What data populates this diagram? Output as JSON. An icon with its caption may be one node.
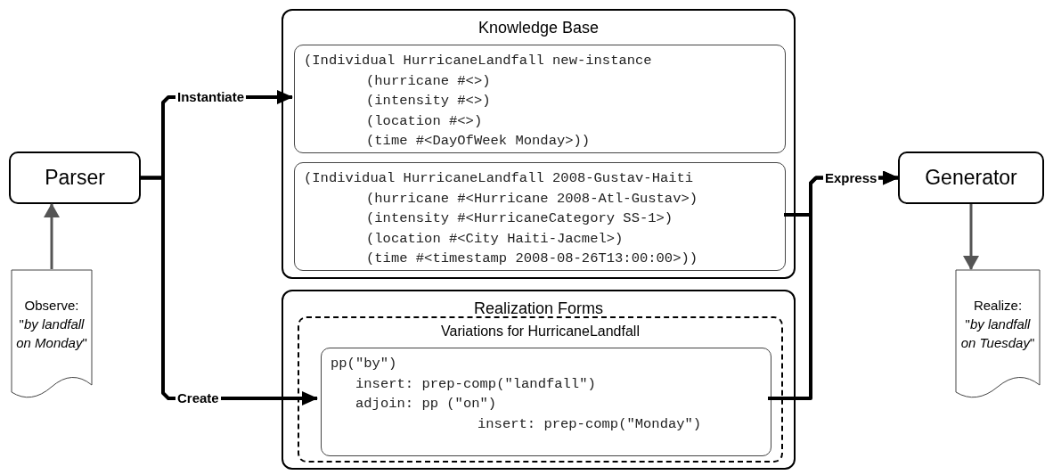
{
  "diagram": {
    "nodes": [
      {
        "text": [
          "Parser"
        ]
      },
      {
        "text": [
          "Knowledge Base"
        ]
      },
      {
        "text": [
          "(Individual HurricaneLandfall new-instance",
          "(hurricane #<>)",
          "(intensity #<>)",
          "(location #<>)",
          "(time #<DayOfWeek Monday>))"
        ],
        "in": 1
      },
      {
        "text": [
          "(Individual HurricaneLandfall 2008-Gustav-Haiti",
          "(hurricane #<Hurricane 2008-Atl-Gustav>)",
          "(intensity #<HurricaneCategory SS-1>)",
          "(location #<City Haiti-Jacmel>)",
          "(time #<timestamp 2008-08-26T13:00:00>))"
        ],
        "in": 1
      },
      {
        "text": [
          "Realization Forms"
        ]
      },
      {
        "text": [
          "Variations for HurricaneLandfall"
        ],
        "in": 4
      },
      {
        "text": [
          "pp(\"by\")",
          "insert: prep-comp(\"landfall\")",
          "adjoin: pp (\"on\")",
          "insert: prep-comp(\"Monday\")"
        ],
        "in": 5
      },
      {
        "text": [
          "Generator"
        ]
      },
      {
        "text": [
          "Observe:",
          "\"*by landfall on Monday*\""
        ]
      },
      {
        "text": [
          "Realize:",
          "\"*by landfall on Tuesday*\""
        ]
      }
    ],
    "edges": [
      {
        "from": 8,
        "to": 0,
        "arrow": "to",
        "color": "#555555"
      },
      {
        "from": 0,
        "to": 2,
        "arrow": "to",
        "label": "Instantiate"
      },
      {
        "from": 0,
        "to": 6,
        "arrow": "to",
        "label": "Create"
      },
      {
        "from": 3,
        "to": 7,
        "arrow": "to",
        "label": "Express"
      },
      {
        "from": 6,
        "to": 7,
        "arrow": "to"
      },
      {
        "from": 7,
        "to": 9,
        "arrow": "to",
        "color": "#555555"
      }
    ]
  }
}
